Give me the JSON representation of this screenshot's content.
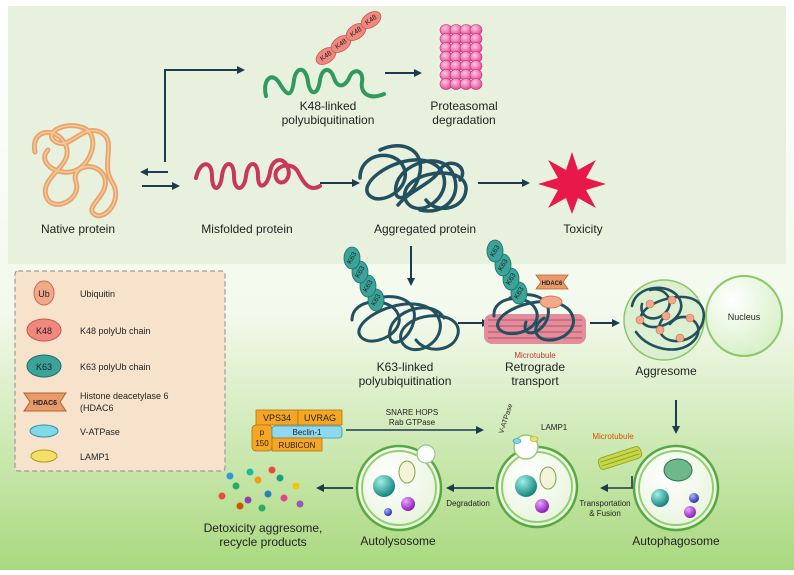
{
  "labels": {
    "native_protein": "Native protein",
    "misfolded_protein": "Misfolded protein",
    "aggregated_protein": "Aggregated protein",
    "toxicity": "Toxicity",
    "k48_line1": "K48-linked",
    "k48_line2": "polyubiquitination",
    "proteasomal_line1": "Proteasomal",
    "proteasomal_line2": "degradation",
    "k63_line1": "K63-linked",
    "k63_line2": "polyubiquitination",
    "retrograde_line1": "Retrograde",
    "retrograde_line2": "transport",
    "aggresome": "Aggresome",
    "nucleus": "Nucleus",
    "microtubule": "Microtubule",
    "snare_hops": "SNARE HOPS",
    "rab_gtpase": "Rab GTPase",
    "v_atpase_vertical": "V-ATPase",
    "lamp1_mark": "LAMP1",
    "degradation": "Degradation",
    "transport_line1": "Transportation",
    "transport_line2": "& Fusion",
    "autolysosome": "Autolysosome",
    "autophagosome": "Autophagosome",
    "detox_line1": "Detoxicity aggresome,",
    "detox_line2": "recycle products"
  },
  "chain_tags": {
    "k48": "K48",
    "k63": "K63",
    "hdac6": "HDAC6",
    "ub": "Ub"
  },
  "complex": {
    "vps34": "VPS34",
    "uvrag": "UVRAG",
    "p150_a": "p",
    "p150_b": "150",
    "beclin1": "Beclin-1",
    "rubicon": "RUBICON"
  },
  "legend": {
    "items": [
      {
        "icon": "Ub",
        "label": "Ubiquitin"
      },
      {
        "icon": "K48",
        "label": "K48 polyUb chain"
      },
      {
        "icon": "K63",
        "label": "K63 polyUb chain"
      },
      {
        "icon": "HDAC6",
        "label": "Histone deacetylase 6",
        "label2": "(HDAC6"
      },
      {
        "icon": "",
        "label": "V-ATPase"
      },
      {
        "icon": "",
        "label": "LAMP1"
      }
    ]
  },
  "colors": {
    "top_panel": "#e8f1dd",
    "bottom_gradient_end": "#a9d97e",
    "native": "#e8a36b",
    "misfolded": "#c8385a",
    "k48_chain": "#2f9a5e",
    "aggregate": "#23505f",
    "toxicity": "#e8184a",
    "proteasome": "#ee5aa2",
    "k48_ub": "#f1887f",
    "k63_ub": "#3aa39a",
    "hdac6": "#e89a6a",
    "microtubule": "#e38c9b",
    "legend_bg": "#f7e3cc",
    "arrow": "#1d3a4f"
  }
}
